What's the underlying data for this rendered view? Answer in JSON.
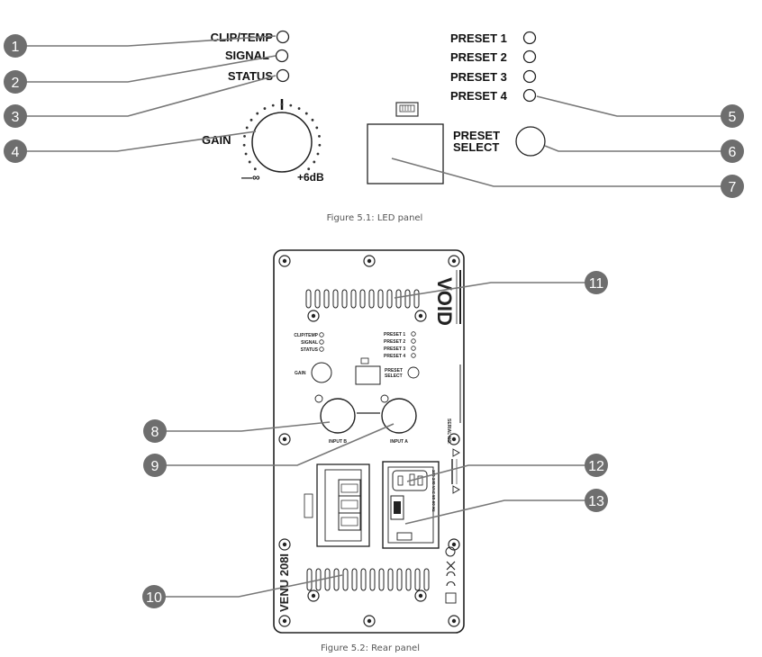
{
  "led_panel": {
    "leds_left": [
      "CLIP/TEMP",
      "SIGNAL",
      "STATUS"
    ],
    "gain_label": "GAIN",
    "gain_min": "—∞",
    "gain_max": "+6dB",
    "presets": [
      "PRESET 1",
      "PRESET 2",
      "PRESET 3",
      "PRESET 4"
    ],
    "preset_select": [
      "PRESET",
      "SELECT"
    ],
    "caption": "Figure 5.1: LED panel"
  },
  "rear_panel": {
    "model": "VENU 208I",
    "brand_logo": "VOID",
    "inputs": [
      "INPUT B",
      "INPUT A"
    ],
    "serial_label": "SERIAL NO.",
    "mains_rating": "100-240 VAC 50-60 Hz",
    "caption": "Figure 5.2: Rear panel"
  },
  "callouts": [
    "1",
    "2",
    "3",
    "4",
    "5",
    "6",
    "7",
    "8",
    "9",
    "10",
    "11",
    "12",
    "13"
  ]
}
